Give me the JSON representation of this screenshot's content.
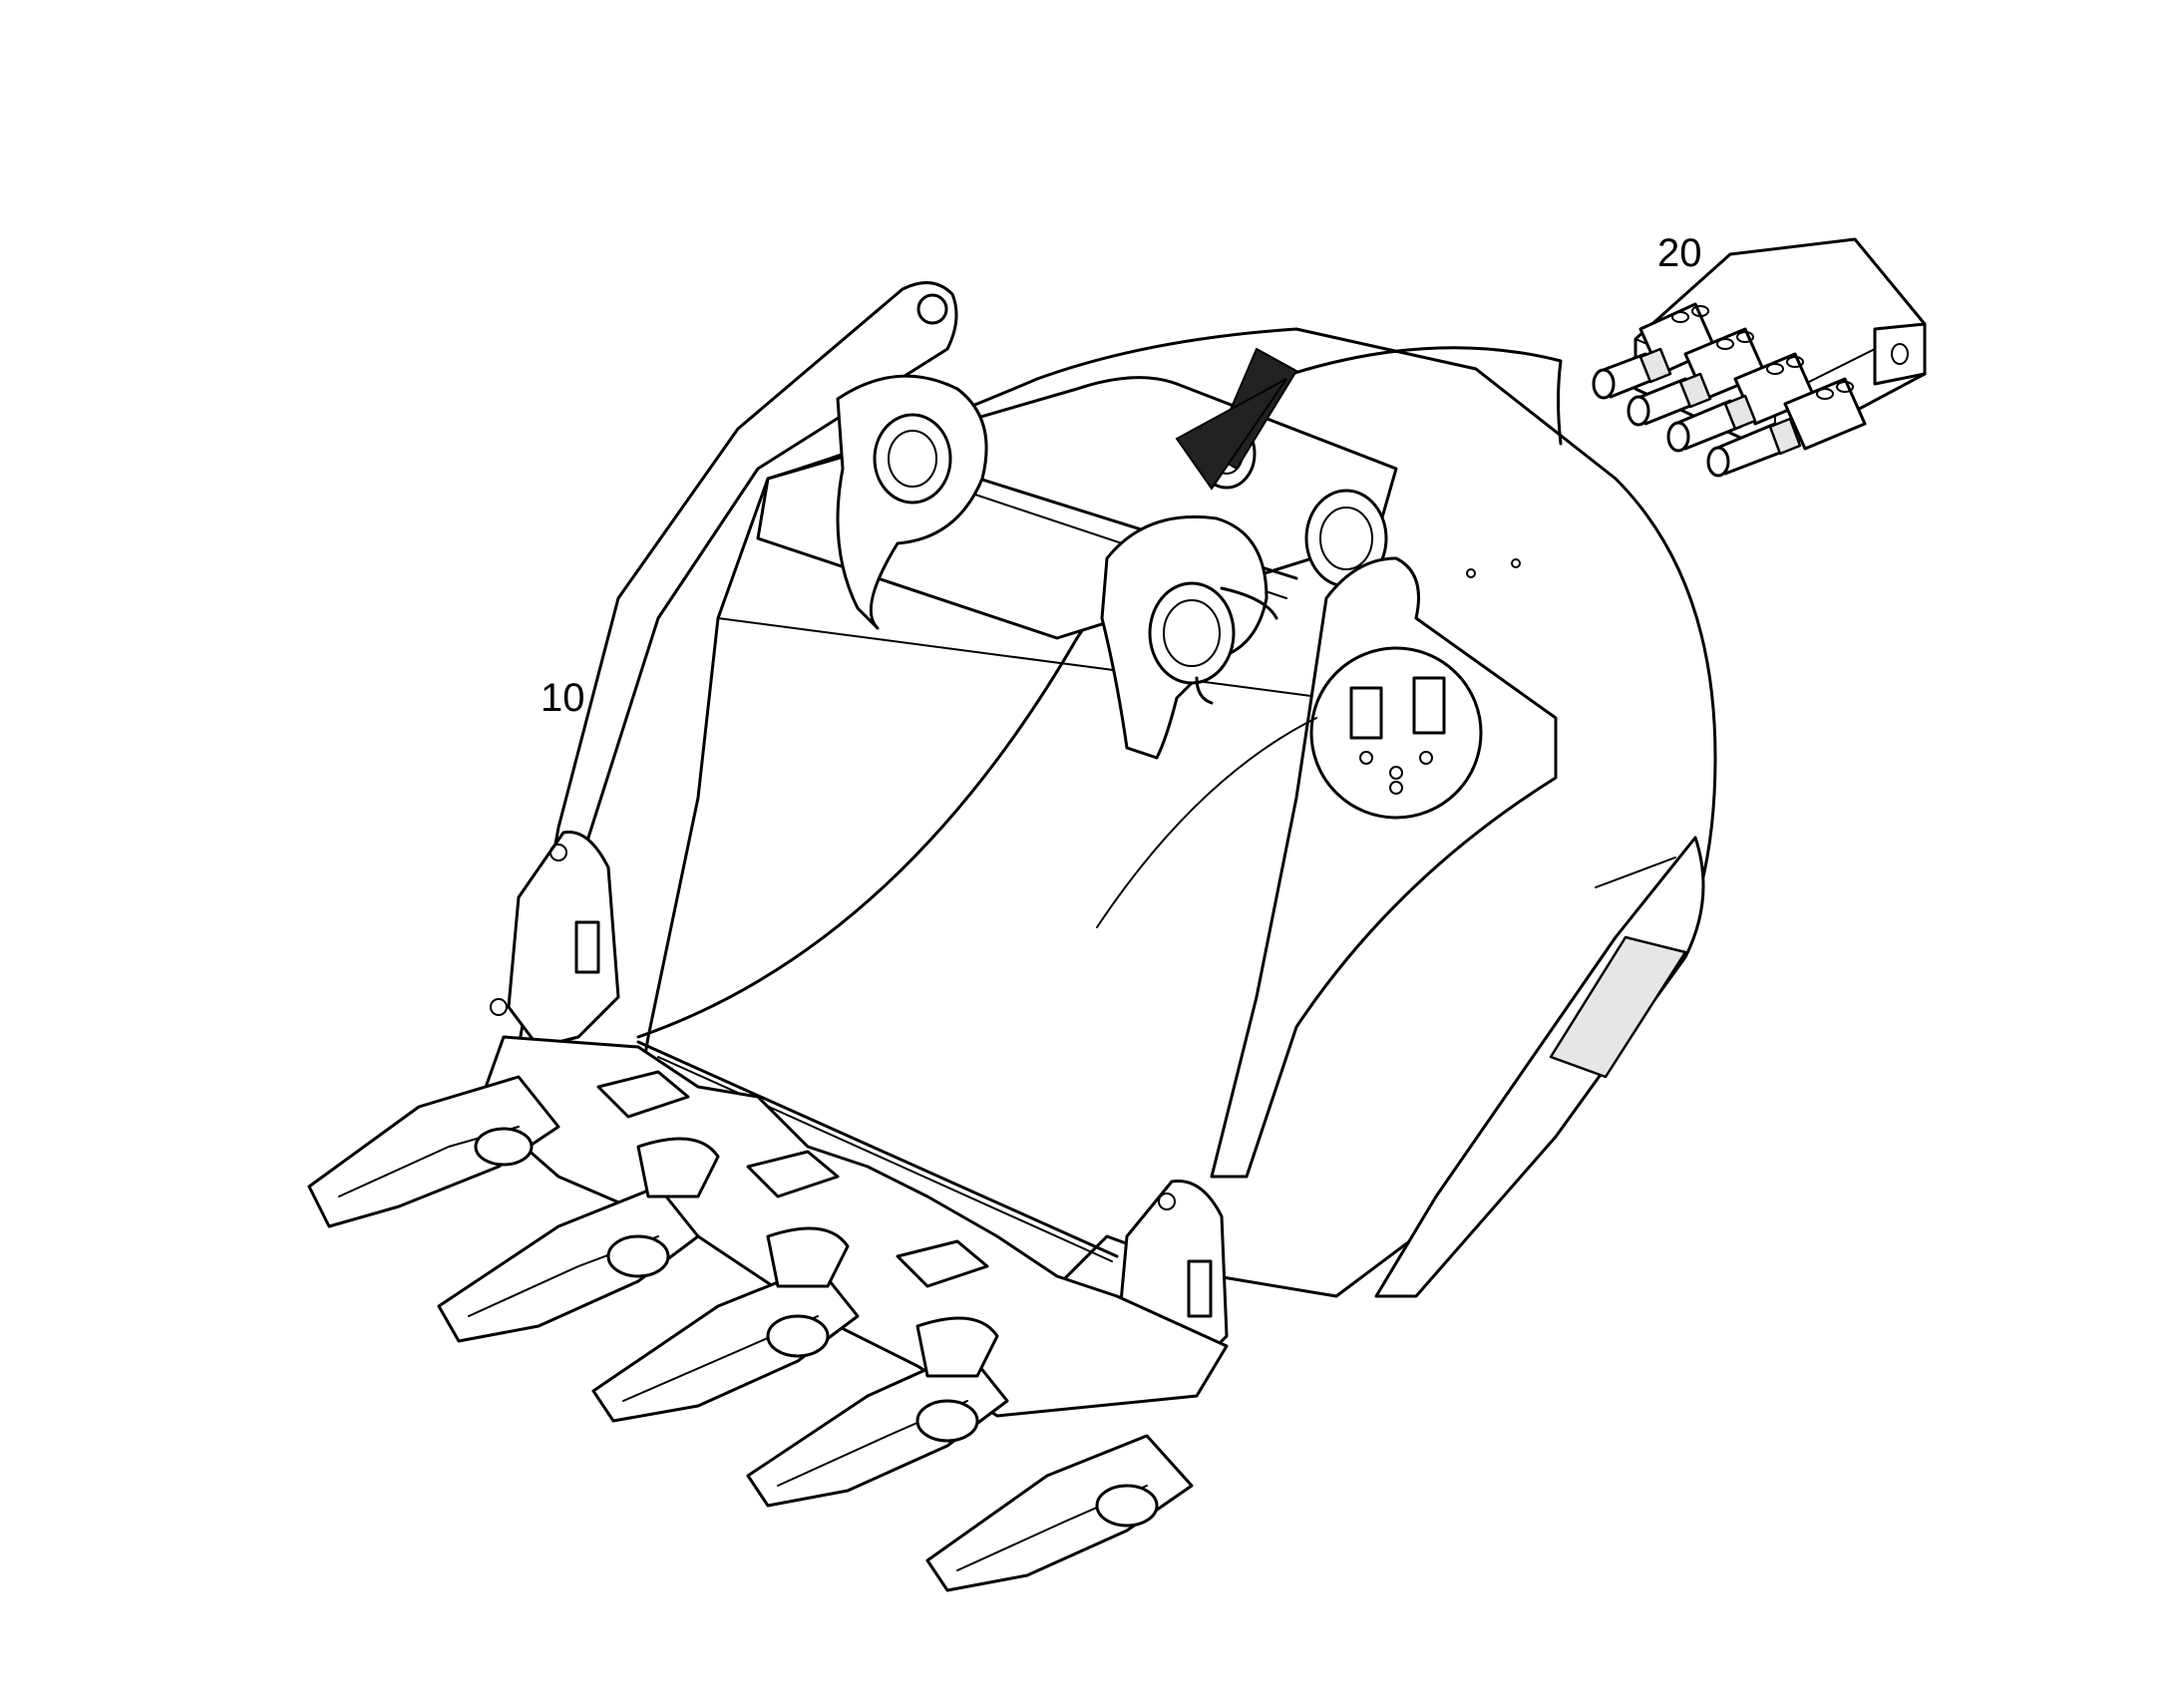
{
  "diagram": {
    "callouts": [
      {
        "label": "10",
        "part": "bucket"
      },
      {
        "label": "20",
        "part": "manifold-block"
      }
    ],
    "colors": {
      "line": "#000000",
      "background": "#ffffff",
      "shade": "#e6e6e6"
    }
  }
}
